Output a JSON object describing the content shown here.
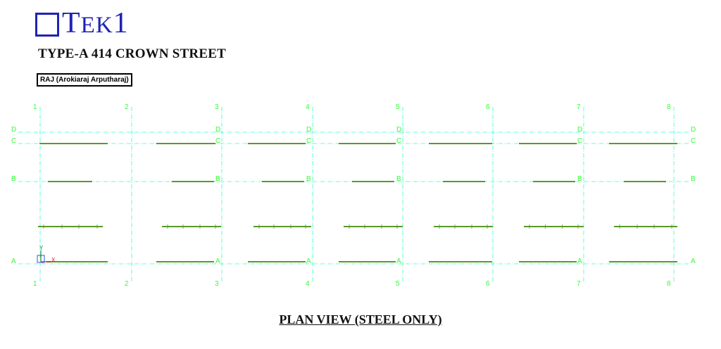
{
  "logo": {
    "text_main": "T",
    "text_small": "EK",
    "text_tail": "1"
  },
  "project": {
    "title": "TYPE-A 414 CROWN STREET"
  },
  "author": {
    "label": "RAJ (Arokiaraj Arputharaj)"
  },
  "drawing": {
    "caption": "PLAN VIEW (STEEL ONLY)",
    "colors": {
      "grid": "#33ffcc",
      "grid_label": "#33ff33",
      "steel": "#5a9a2a",
      "ucs_y": "#2a8a2a",
      "ucs_x": "#dd2222"
    },
    "column_grid_labels": [
      "1",
      "2",
      "3",
      "4",
      "5",
      "6",
      "7",
      "8"
    ],
    "row_grid_labels": [
      "D",
      "C",
      "B",
      "A"
    ],
    "right_edge_row_labels": [
      "D",
      "C",
      "B",
      "A"
    ],
    "ucs": {
      "y_label": "Y",
      "x_label": "X"
    }
  }
}
